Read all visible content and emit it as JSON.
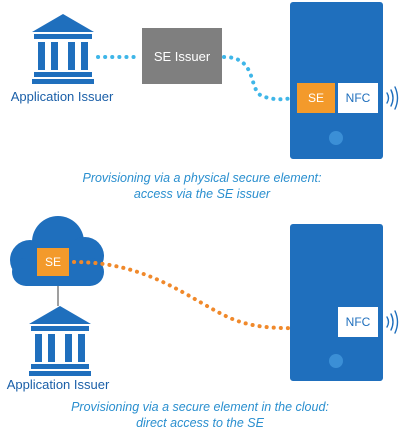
{
  "colors": {
    "blue": "#1f6fbd",
    "dots": "#3fb6e8",
    "orange": "#f39a2b",
    "orange_dots": "#f0892b",
    "gray": "#7f7f7f",
    "caption": "#2a8fcf",
    "label": "#1a5fa8"
  },
  "top": {
    "issuer_label": "Application Issuer",
    "se_issuer_label": "SE Issuer",
    "se_label": "SE",
    "nfc_label": "NFC",
    "caption_line1": "Provisioning via a physical secure element:",
    "caption_line2": "access via the SE issuer"
  },
  "bottom": {
    "issuer_label": "Application Issuer",
    "se_label": "SE",
    "nfc_label": "NFC",
    "caption_line1": "Provisioning via a secure element in the cloud:",
    "caption_line2": "direct access to the SE"
  },
  "icons": [
    "bank-icon",
    "cloud-icon",
    "phone-icon",
    "nfc-waves-icon"
  ]
}
